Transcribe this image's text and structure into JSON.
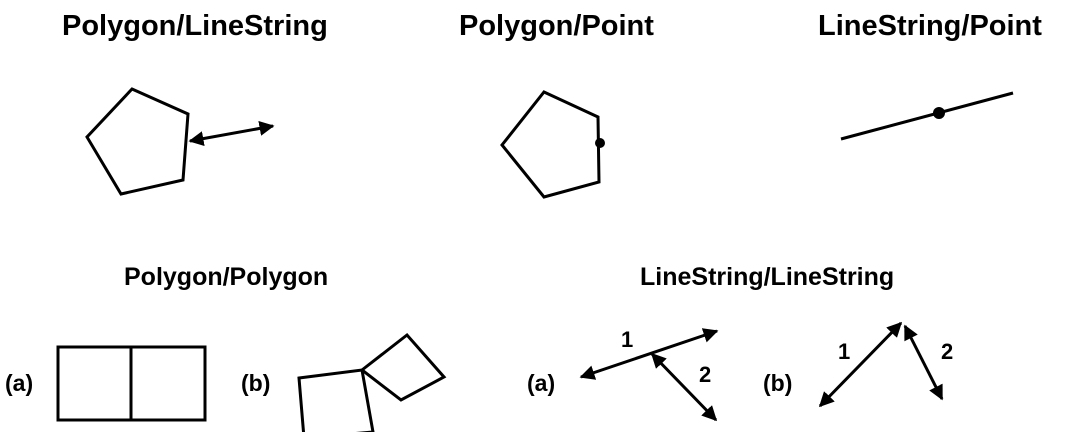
{
  "titles": {
    "polygon_linestring": "Polygon/LineString",
    "polygon_point": "Polygon/Point",
    "linestring_point": "LineString/Point",
    "polygon_polygon": "Polygon/Polygon",
    "linestring_linestring": "LineString/LineString"
  },
  "labels": {
    "a": "(a)",
    "b": "(b)",
    "one": "1",
    "two": "2"
  },
  "colors": {
    "ink": "#000000",
    "background": "#ffffff"
  }
}
